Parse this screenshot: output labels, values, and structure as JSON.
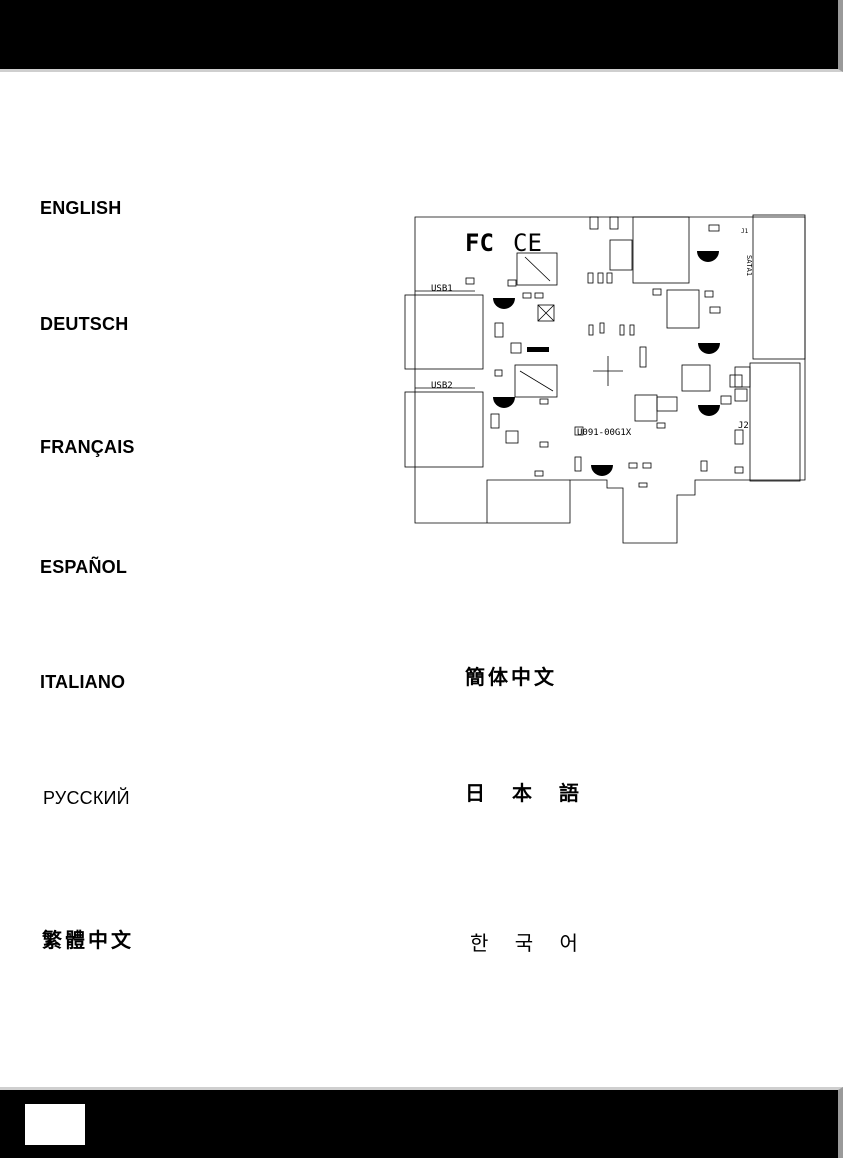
{
  "languages_left": [
    {
      "id": "english",
      "label": "ENGLISH"
    },
    {
      "id": "deutsch",
      "label": "DEUTSCH"
    },
    {
      "id": "francais",
      "label": "FRANÇAIS"
    },
    {
      "id": "espanol",
      "label": "ESPAÑOL"
    },
    {
      "id": "italiano",
      "label": "ITALIANO"
    },
    {
      "id": "russian",
      "label": "РУССКИЙ"
    },
    {
      "id": "traditional-chinese",
      "label": "繁體中文"
    }
  ],
  "languages_right": [
    {
      "id": "simplified-chinese",
      "label": "簡体中文"
    },
    {
      "id": "japanese",
      "label": "日 本 語"
    },
    {
      "id": "korean",
      "label": "한 국 어"
    }
  ],
  "board": {
    "model": "U091-00G1X",
    "usb1": "USB1",
    "usb2": "USB2",
    "sata": "SATA1",
    "j2": "J2",
    "j1": "J1",
    "fcc": "FC",
    "ce": "CE"
  }
}
